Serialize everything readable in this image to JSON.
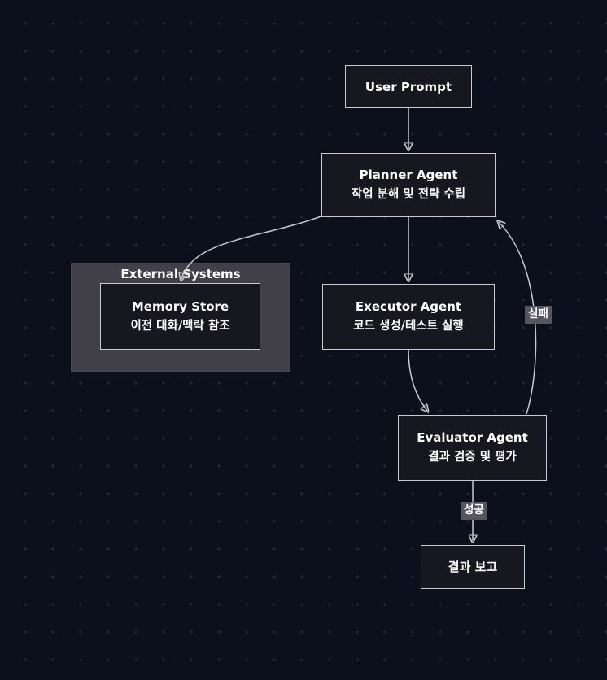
{
  "diagram": {
    "nodes": {
      "user_prompt": {
        "label": "User Prompt"
      },
      "planner": {
        "title": "Planner Agent",
        "subtitle": "작업 분해 및 전략 수립"
      },
      "executor": {
        "title": "Executor Agent",
        "subtitle": "코드 생성/테스트 실행"
      },
      "memory": {
        "title": "Memory Store",
        "subtitle": "이전 대화/맥락 참조"
      },
      "evaluator": {
        "title": "Evaluator Agent",
        "subtitle": "결과 검증 및 평가"
      },
      "report": {
        "label": "결과 보고"
      }
    },
    "subgraph": {
      "title": "External Systems"
    },
    "edge_labels": {
      "fail": "실패",
      "success": "성공"
    },
    "colors": {
      "background": "#0c101d",
      "dot_grid": "#20283a",
      "node_fill": "#17171f",
      "node_border": "#c9c9cf",
      "subgraph_fill": "#414049",
      "edge": "#c9c9cf",
      "edge_label_bg": "#55555e",
      "text": "#ffffff"
    }
  }
}
